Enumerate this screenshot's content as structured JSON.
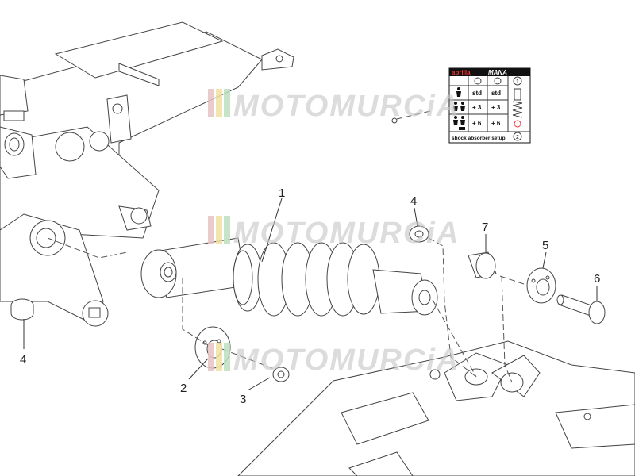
{
  "callouts": [
    {
      "id": "1",
      "text": "1"
    },
    {
      "id": "2",
      "text": "2"
    },
    {
      "id": "3",
      "text": "3"
    },
    {
      "id": "4a",
      "text": "4"
    },
    {
      "id": "4b",
      "text": "4"
    },
    {
      "id": "5",
      "text": "5"
    },
    {
      "id": "6",
      "text": "6"
    },
    {
      "id": "7",
      "text": "7"
    }
  ],
  "watermark": {
    "text": "MOTOMURCiA",
    "stripe_colors": [
      "#e8c4c4",
      "#f0e2a0",
      "#bfe0bf"
    ]
  },
  "setup_label": {
    "brand": "aprilia",
    "model": "MANA",
    "circle_top": "1",
    "circle_bottom": "2",
    "rows": [
      {
        "col1": "std",
        "col2": "std"
      },
      {
        "col1": "+ 3",
        "col2": "+ 3"
      },
      {
        "col1": "+ 6",
        "col2": "+ 6"
      }
    ],
    "footer": "shock absorber setup"
  }
}
